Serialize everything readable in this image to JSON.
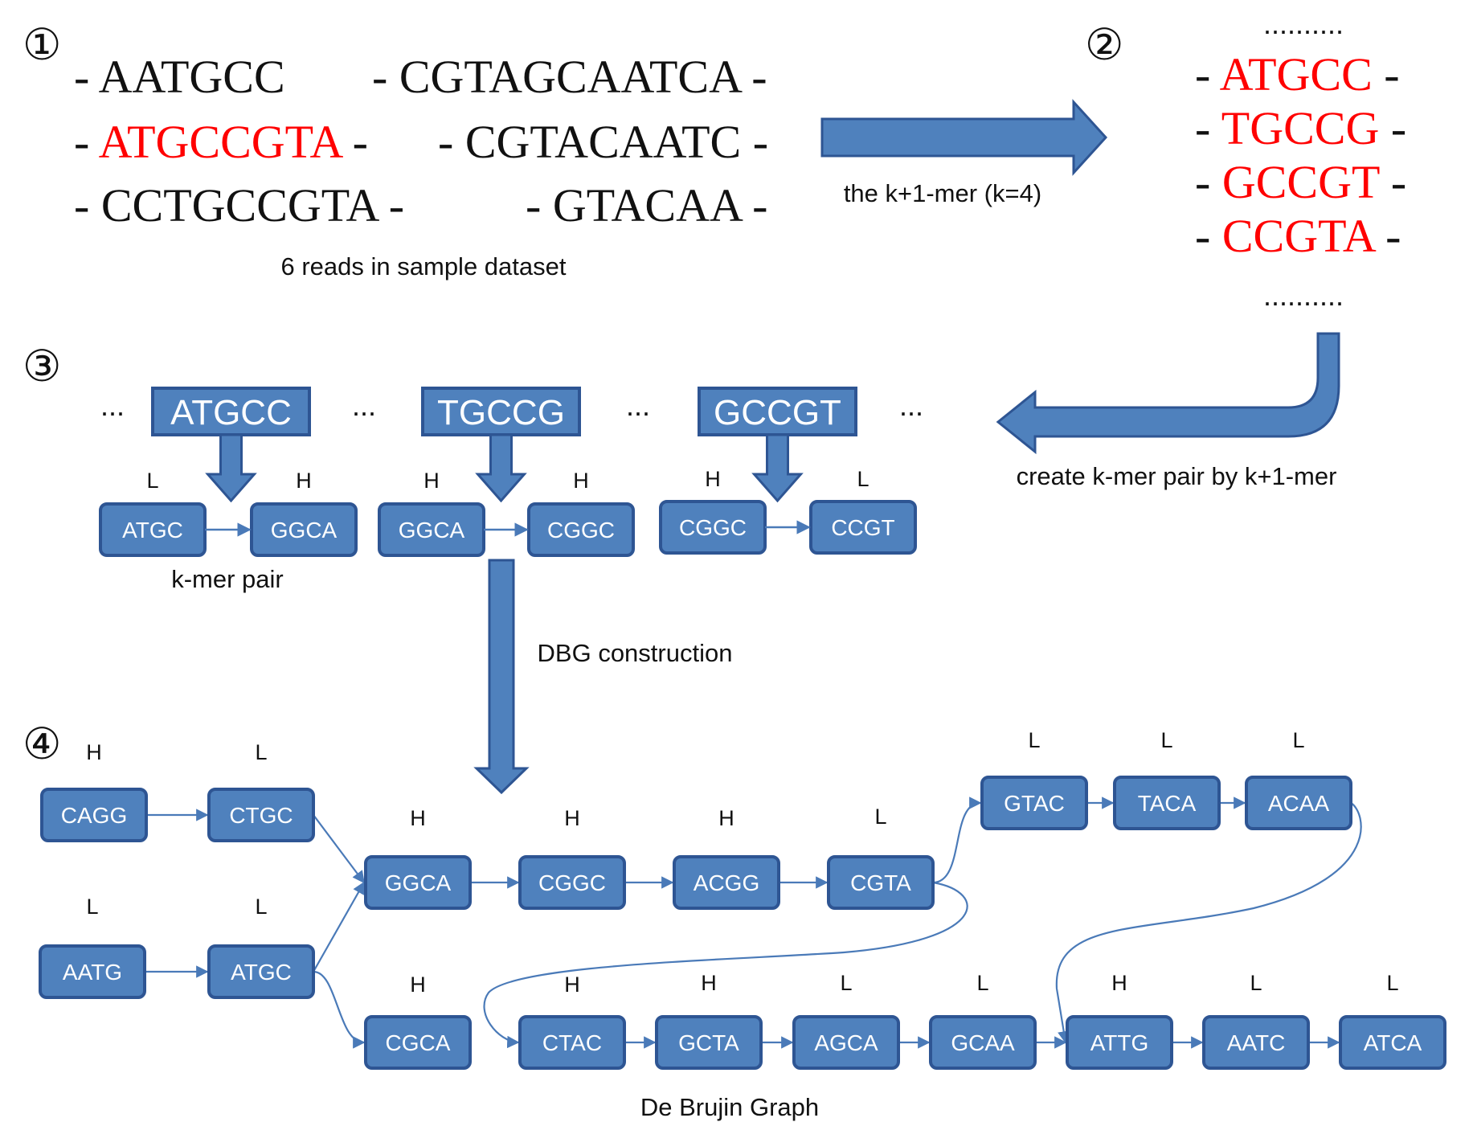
{
  "colors": {
    "node_fill": "#4f81bd",
    "node_stroke": "#2e5593",
    "edge": "#4a7ab8",
    "highlight": "#ff0000",
    "text": "#111111"
  },
  "step_markers": [
    "①",
    "②",
    "③",
    "④"
  ],
  "step1": {
    "reads": [
      {
        "prefix": "- ",
        "seq": "AATGCC",
        "suffix": "",
        "highlight": false
      },
      {
        "prefix": "- ",
        "seq": "CGTAGCAATCA",
        "suffix": " -",
        "highlight": false
      },
      {
        "prefix": "- ",
        "seq": "ATGCCGTA",
        "suffix": " -",
        "highlight": true
      },
      {
        "prefix": "- ",
        "seq": "CGTACAATC",
        "suffix": " -",
        "highlight": false
      },
      {
        "prefix": "- ",
        "seq": "CCTGCCGTA",
        "suffix": " -",
        "highlight": false
      },
      {
        "prefix": "- ",
        "seq": "GTACAA",
        "suffix": " -",
        "highlight": false
      }
    ],
    "caption": "6 reads in sample dataset"
  },
  "arrow1_label": "the k+1-mer (k=4)",
  "step2": {
    "dots_top": "..........",
    "kmers": [
      "ATGCC",
      "TGCCG",
      "GCCGT",
      "CCGTA"
    ],
    "dots_bottom": ".........."
  },
  "arrow2_label": "create k-mer pair by k+1-mer",
  "step3": {
    "ellipsis": "...",
    "groups": [
      {
        "kplus1": "ATGCC",
        "left": {
          "label": "ATGC",
          "tag": "L"
        },
        "right": {
          "label": "GGCA",
          "tag": "H"
        }
      },
      {
        "kplus1": "TGCCG",
        "left": {
          "label": "GGCA",
          "tag": "H"
        },
        "right": {
          "label": "CGGC",
          "tag": "H"
        }
      },
      {
        "kplus1": "GCCGT",
        "left": {
          "label": "CGGC",
          "tag": "H"
        },
        "right": {
          "label": "CCGT",
          "tag": "L"
        }
      }
    ],
    "pair_caption": "k-mer pair"
  },
  "arrow3_label": "DBG construction",
  "step4": {
    "nodes": [
      {
        "id": "CAGG1",
        "label": "CAGG",
        "tag": "H"
      },
      {
        "id": "CTGC1",
        "label": "CTGC",
        "tag": "L"
      },
      {
        "id": "AATG1",
        "label": "AATG",
        "tag": "L"
      },
      {
        "id": "ATGC1",
        "label": "ATGC",
        "tag": "L"
      },
      {
        "id": "GGCA1",
        "label": "GGCA",
        "tag": "H"
      },
      {
        "id": "CGGC1",
        "label": "CGGC",
        "tag": "H"
      },
      {
        "id": "ACGG1",
        "label": "ACGG",
        "tag": "H"
      },
      {
        "id": "CGTA1",
        "label": "CGTA",
        "tag": "L"
      },
      {
        "id": "GTAC1",
        "label": "GTAC",
        "tag": "L"
      },
      {
        "id": "TACA1",
        "label": "TACA",
        "tag": "L"
      },
      {
        "id": "ACAA1",
        "label": "ACAA",
        "tag": "L"
      },
      {
        "id": "CGCA1",
        "label": "CGCA",
        "tag": "H"
      },
      {
        "id": "CTAC1",
        "label": "CTAC",
        "tag": "H"
      },
      {
        "id": "GCTA1",
        "label": "GCTA",
        "tag": "H"
      },
      {
        "id": "AGCA1",
        "label": "AGCA",
        "tag": "L"
      },
      {
        "id": "GCAA1",
        "label": "GCAA",
        "tag": "L"
      },
      {
        "id": "ATTG1",
        "label": "ATTG",
        "tag": "H"
      },
      {
        "id": "AATC1",
        "label": "AATC",
        "tag": "L"
      },
      {
        "id": "ATCA1",
        "label": "ATCA",
        "tag": "L"
      }
    ],
    "edges": [
      [
        "CAGG1",
        "CTGC1"
      ],
      [
        "AATG1",
        "ATGC1"
      ],
      [
        "CTGC1",
        "GGCA1"
      ],
      [
        "ATGC1",
        "GGCA1"
      ],
      [
        "ATGC1",
        "CGCA1"
      ],
      [
        "GGCA1",
        "CGGC1"
      ],
      [
        "CGGC1",
        "ACGG1"
      ],
      [
        "ACGG1",
        "CGTA1"
      ],
      [
        "CGTA1",
        "GTAC1"
      ],
      [
        "GTAC1",
        "TACA1"
      ],
      [
        "TACA1",
        "ACAA1"
      ],
      [
        "CGTA1",
        "CTAC1"
      ],
      [
        "CTAC1",
        "GCTA1"
      ],
      [
        "GCTA1",
        "AGCA1"
      ],
      [
        "AGCA1",
        "GCAA1"
      ],
      [
        "GCAA1",
        "ATTG1"
      ],
      [
        "ACAA1",
        "ATTG1"
      ],
      [
        "ATTG1",
        "AATC1"
      ],
      [
        "AATC1",
        "ATCA1"
      ]
    ],
    "caption": "De Brujin Graph"
  }
}
